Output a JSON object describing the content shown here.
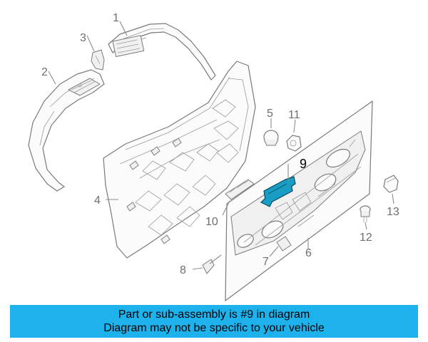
{
  "callouts": {
    "c1": "1",
    "c2": "2",
    "c3": "3",
    "c4": "4",
    "c5": "5",
    "c6": "6",
    "c7": "7",
    "c8": "8",
    "c9": "9",
    "c10": "10",
    "c11": "11",
    "c12": "12",
    "c13": "13"
  },
  "colors": {
    "highlight": "#1a9dc4",
    "banner": "#1eb2ec"
  },
  "banner": {
    "line1": "Part or sub-assembly is #9 in diagram",
    "line2": "Diagram may not be specific to your vehicle"
  }
}
